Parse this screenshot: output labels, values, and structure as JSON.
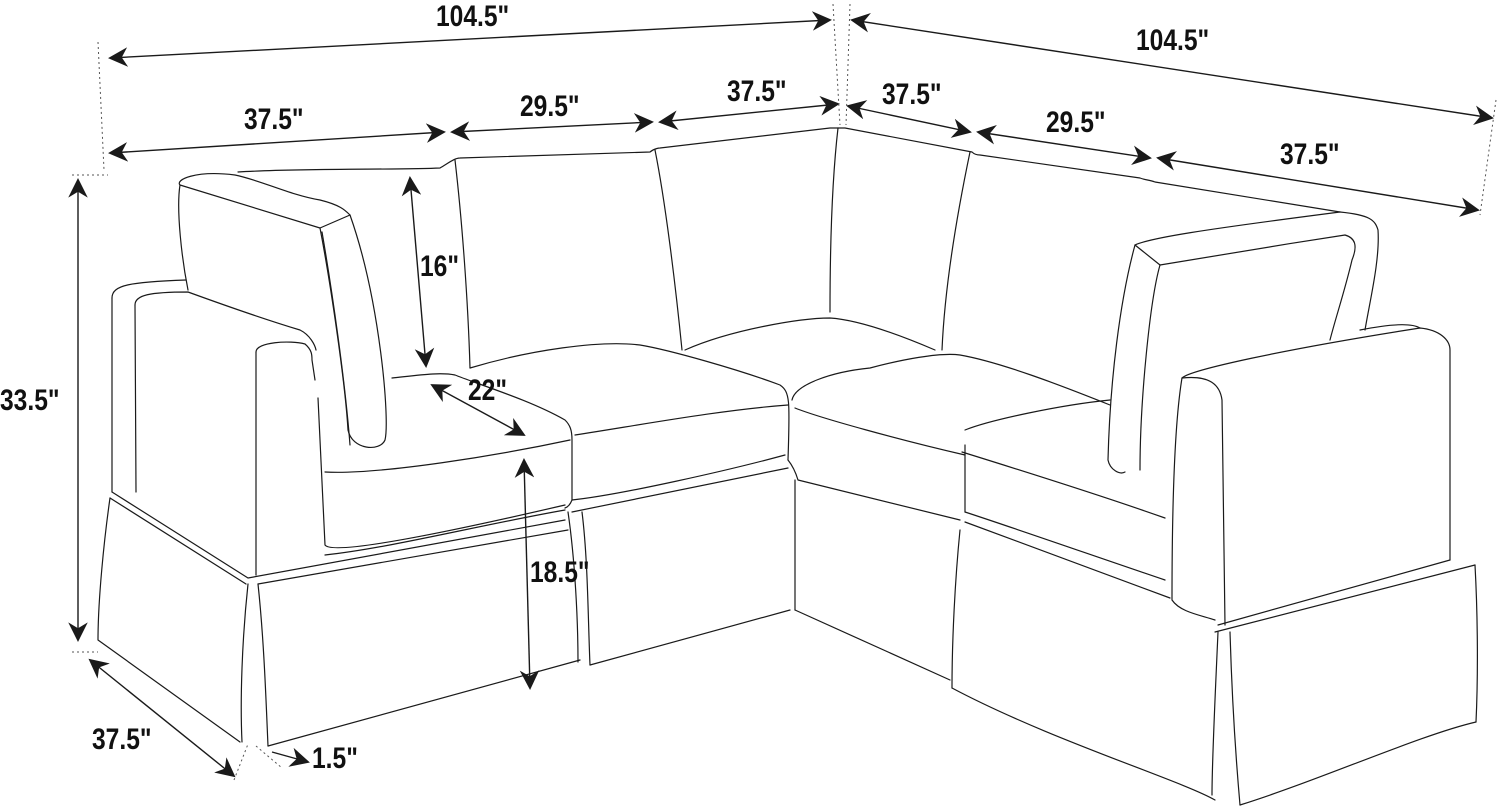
{
  "diagram": {
    "subject": "L-shaped sectional sofa dimension drawing",
    "colors": {
      "line": "#1a1a1a",
      "background": "#ffffff"
    },
    "dimensions": {
      "overall_left_width": "104.5\"",
      "overall_right_width": "104.5\"",
      "left_corner_width": "37.5\"",
      "left_armless_width": "29.5\"",
      "left_corner_piece_width": "37.5\"",
      "right_corner_piece_width": "37.5\"",
      "right_armless_width": "29.5\"",
      "right_end_width": "37.5\"",
      "overall_height": "33.5\"",
      "back_height": "16\"",
      "seat_depth": "22\"",
      "seat_height": "18.5\"",
      "overall_depth": "37.5\"",
      "leg_clearance": "1.5\""
    }
  }
}
